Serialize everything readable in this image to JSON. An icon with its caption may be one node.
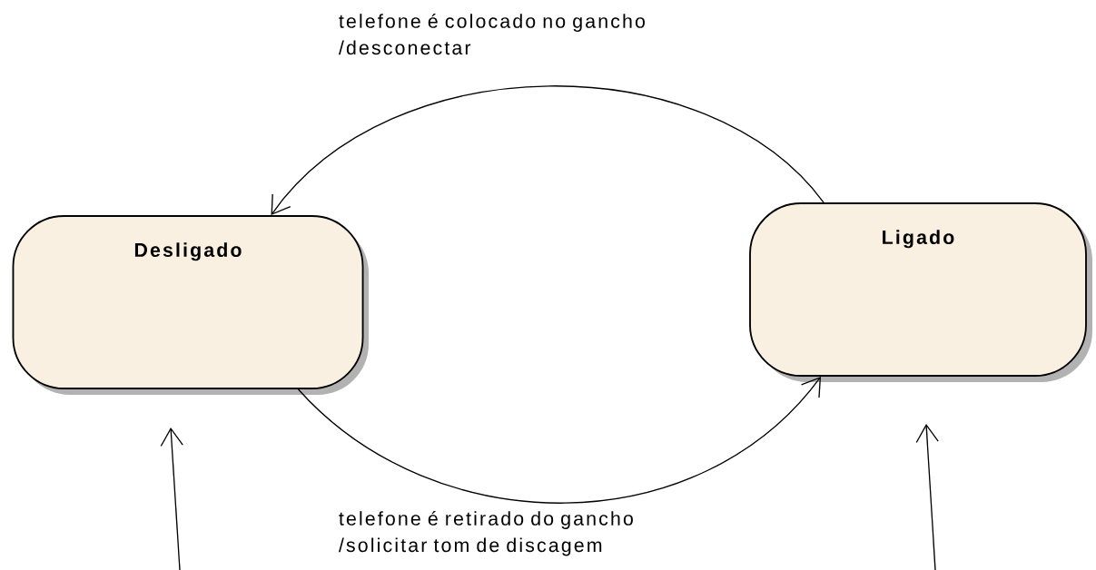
{
  "diagram": {
    "nodes": [
      {
        "text": [
          "Desligado"
        ]
      },
      {
        "text": [
          "Ligado"
        ]
      }
    ],
    "edges": [
      {
        "from": 1,
        "to": 0,
        "arrow": "to",
        "label": "telefone é colocado no gancho /desconectar"
      },
      {
        "from": 0,
        "to": 1,
        "arrow": "to",
        "label": "telefone é retirado do gancho /solicitar tom de discagem"
      },
      {
        "from": null,
        "to": 0,
        "arrow": "to"
      },
      {
        "from": null,
        "to": 1,
        "arrow": "to"
      }
    ]
  }
}
